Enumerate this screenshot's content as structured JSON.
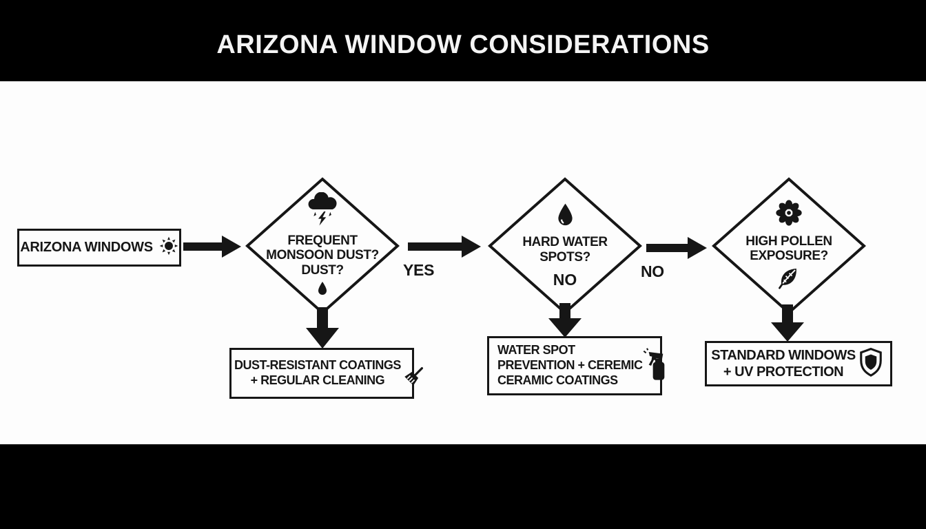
{
  "header": {
    "title": "ARIZONA WINDOW CONSIDERATIONS"
  },
  "colors": {
    "ink": "#161616",
    "bar": "#000000",
    "paper": "#fdfdfd"
  },
  "flow": {
    "start": {
      "label": "ARIZONA WINDOWS",
      "icon": "sun-icon"
    },
    "edges": [
      {
        "label": "YES"
      },
      {
        "label": "NO"
      }
    ],
    "decisions": [
      {
        "icon_top": "storm-cloud-icon",
        "icon_bottom": "water-drop-icon",
        "lines": [
          "FREQUENT",
          "MONSOON DUST?",
          "DUST?"
        ]
      },
      {
        "icon_top": "water-drop-icon",
        "inner_label": "NO",
        "lines": [
          "HARD WATER",
          "SPOTS?"
        ]
      },
      {
        "icon_top": "flower-icon",
        "icon_bottom": "leaf-icon",
        "lines": [
          "HIGH POLLEN",
          "EXPOSURE?"
        ]
      }
    ],
    "results": [
      {
        "icon": "broom-icon",
        "lines": [
          "DUST-RESISTANT COATINGS",
          "+ REGULAR CLEANING"
        ]
      },
      {
        "icon": "spray-bottle-icon",
        "lines": [
          "WATER SPOT",
          "PREVENTION + CEREMIC",
          "CERAMIC COATINGS"
        ]
      },
      {
        "icon": "shield-icon",
        "lines": [
          "STANDARD WINDOWS",
          "+ UV PROTECTION"
        ]
      }
    ]
  }
}
